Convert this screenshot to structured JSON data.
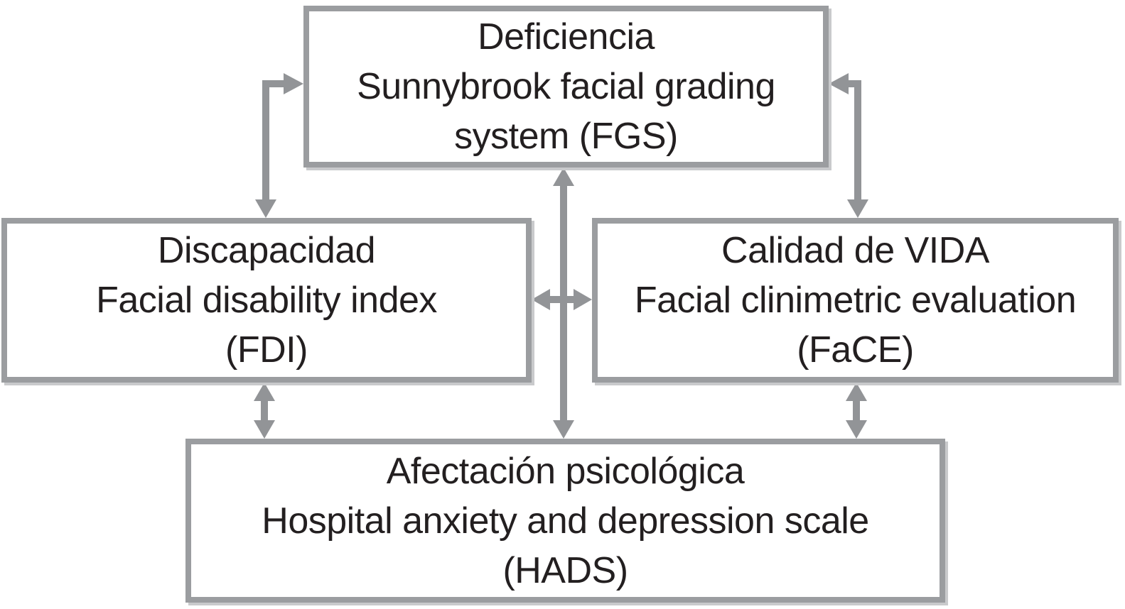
{
  "figure": {
    "background": "#ffffff",
    "border_color": "#9b9da0",
    "arrow_color": "#929497",
    "text_color": "#231f20",
    "shadow_color": "#c9cacc"
  },
  "boxes": {
    "deficiencia": {
      "lines": [
        "Deficiencia",
        "Sunnybrook facial grading",
        "system (FGS)"
      ]
    },
    "discapacidad": {
      "lines": [
        "Discapacidad",
        "Facial disability index",
        "(FDI)"
      ]
    },
    "calidad": {
      "lines": [
        "Calidad de VIDA",
        "Facial clinimetric evaluation",
        "(FaCE)"
      ]
    },
    "afectacion": {
      "lines": [
        "Afectación psicológica",
        "Hospital anxiety and depression scale",
        "(HADS)"
      ]
    }
  },
  "relationships": [
    {
      "from": "FGS",
      "to": "FDI",
      "bidirectional": true
    },
    {
      "from": "FGS",
      "to": "FaCE",
      "bidirectional": true
    },
    {
      "from": "FGS",
      "to": "HADS",
      "bidirectional": true
    },
    {
      "from": "FDI",
      "to": "FaCE",
      "bidirectional": true
    },
    {
      "from": "FDI",
      "to": "HADS",
      "bidirectional": true
    },
    {
      "from": "FaCE",
      "to": "HADS",
      "bidirectional": true
    }
  ]
}
